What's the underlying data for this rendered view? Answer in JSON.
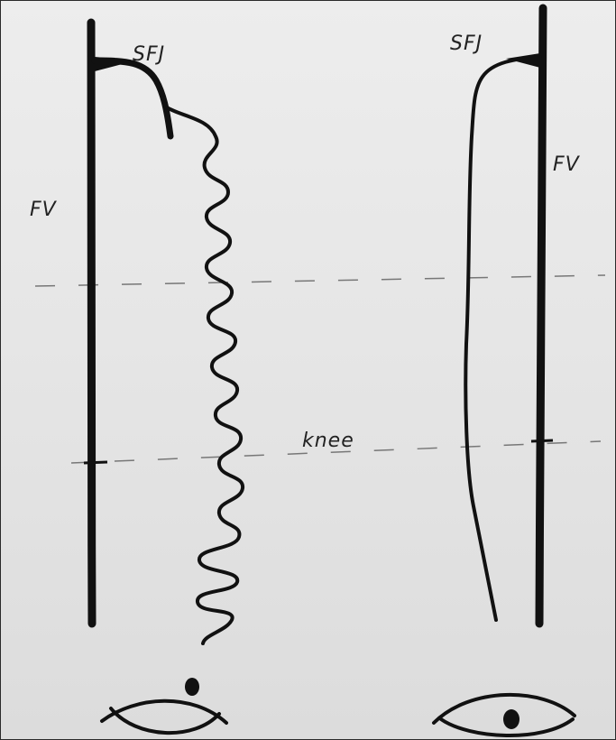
{
  "diagram": {
    "left_panel": {
      "junction_label": "SFJ",
      "vein_label": "FV"
    },
    "right_panel": {
      "junction_label": "SFJ",
      "vein_label": "FV"
    },
    "middle_label": "knee"
  },
  "colors": {
    "ink": "#111111",
    "dashed_line": "#777777",
    "paper": "#e8e8e8"
  },
  "icons": [
    "eye-icon",
    "eye-icon"
  ]
}
